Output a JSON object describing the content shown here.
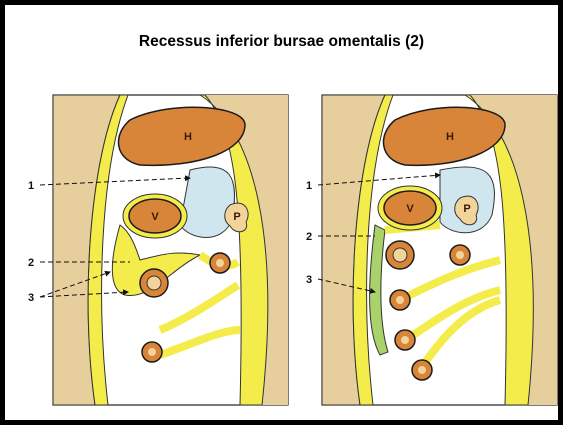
{
  "title": "Recessus inferior bursae omentalis (2)",
  "organ_labels": {
    "liver": "H",
    "stomach": "V",
    "pancreas": "P"
  },
  "panels": [
    {
      "pointers": [
        "1",
        "2",
        "3"
      ]
    },
    {
      "pointers": [
        "1",
        "2",
        "3"
      ]
    }
  ],
  "colors": {
    "background": "#000000",
    "panel": "#ffffff",
    "wall": "#e6cf9c",
    "peritoneum": "#f3ec4a",
    "organ": "#d8853a",
    "bursa": "#cfe6ee",
    "outline": "#1b1b1b"
  }
}
